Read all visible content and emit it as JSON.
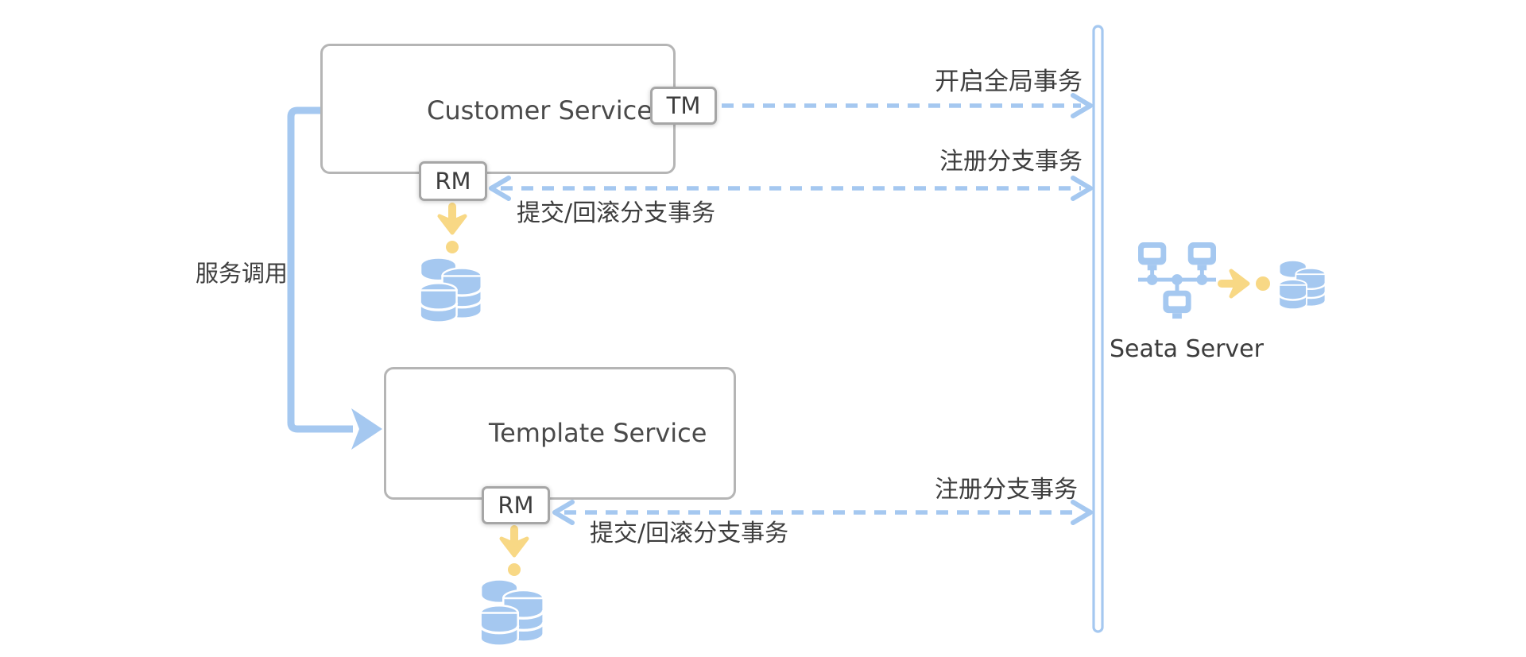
{
  "diagram": {
    "boxes": {
      "customer_service": {
        "label": "Customer Service"
      },
      "template_service": {
        "label": "Template Service"
      },
      "tm_badge": {
        "label": "TM"
      },
      "rm_badge_customer": {
        "label": "RM"
      },
      "rm_badge_template": {
        "label": "RM"
      }
    },
    "labels": {
      "open_global_tx": "开启全局事务",
      "register_branch_tx_top": "注册分支事务",
      "commit_rollback_branch_tx_top": "提交/回滚分支事务",
      "register_branch_tx_bottom": "注册分支事务",
      "commit_rollback_branch_tx_bottom": "提交/回滚分支事务",
      "service_call": "服务调用",
      "seata_server": "Seata Server"
    },
    "icons": [
      "server-tower-icon",
      "server-tower-icon",
      "database-cluster-icon",
      "database-cluster-icon",
      "database-cluster-icon",
      "server-cluster-icon",
      "arrow-down-icon",
      "arrow-down-icon",
      "arrow-right-icon"
    ],
    "colors": {
      "blue": "#a5c8f0",
      "yellow": "#f8d885",
      "box_border": "#b5b5b5",
      "badge_border": "#a6a6a6",
      "text_dark": "#3d3d3d",
      "text_service": "#4a4a4a"
    }
  }
}
